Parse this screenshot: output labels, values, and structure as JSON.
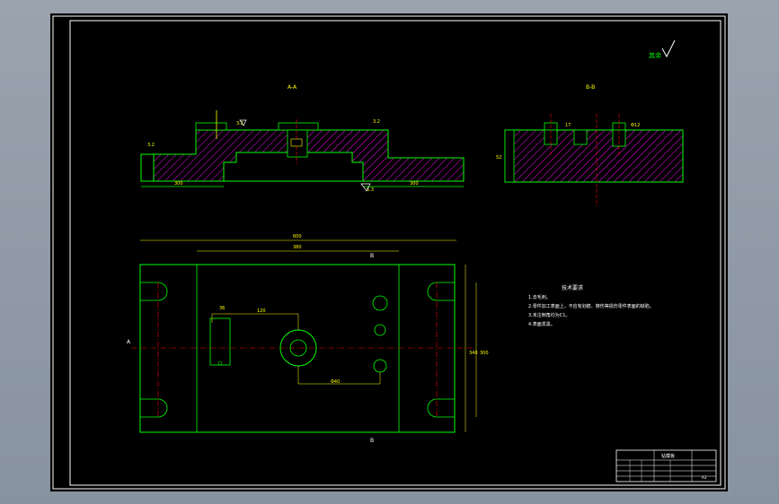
{
  "colors": {
    "background": "#000000",
    "frame": "#ffffff",
    "outline": "#00ff00",
    "dimension": "#ffff00",
    "hatch": "#ff00ff",
    "center_line": "#ff0000",
    "hole": "#00ffff",
    "viewport": "#8f99a6"
  },
  "views": {
    "section_a": {
      "label": "A-A"
    },
    "section_b": {
      "label": "B-B"
    }
  },
  "surface_finish": {
    "label": "其余"
  },
  "dims": {
    "a_left_len": "300",
    "a_right_len": "300",
    "a_finish_1": "3.2",
    "a_finish_2": "3.2",
    "a_finish_3": "3.2",
    "a_finish_4": "6.3",
    "b_height": "52",
    "b_hole_1": "17",
    "b_hole_2": "Φ12",
    "plan_total_width": "600",
    "plan_inner_width": "380",
    "plan_mid_1": "120",
    "plan_mid_2": "Φ40",
    "plan_height_1": "340",
    "plan_height_2": "300",
    "plan_small": "36"
  },
  "section_marks": {
    "a_left": "A",
    "b_top": "B",
    "b_bottom": "B"
  },
  "technical_requirements": {
    "title": "技术要求",
    "items": [
      "1.去毛刺。",
      "2.零件加工表面上，不应有划痕、擦伤等损伤零件表面的缺陷。",
      "3.未注倒角均为C1。",
      "4.表面发黑。"
    ]
  },
  "title_block": {
    "part_name": "钻模板",
    "drawing_no": "A3"
  }
}
